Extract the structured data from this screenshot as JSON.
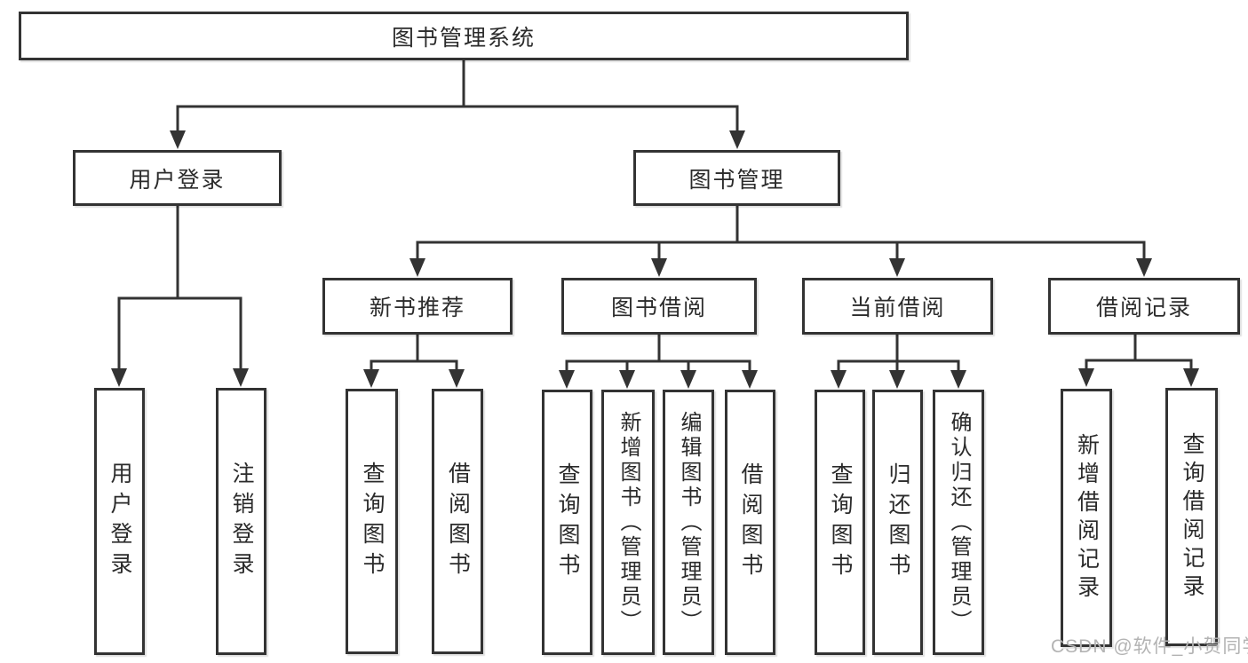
{
  "diagram": {
    "title": "图书管理系统",
    "level2": {
      "user_login": "用户登录",
      "book_mgmt": "图书管理"
    },
    "level3": {
      "new_books": "新书推荐",
      "book_borrow": "图书借阅",
      "current_borrow": "当前借阅",
      "borrow_records": "借阅记录"
    },
    "leaves": {
      "a1": "用户登录",
      "a2": "注销登录",
      "b1": "查询图书",
      "b2": "借阅图书",
      "c1": "查询图书",
      "c2": "新增图书（管理员）",
      "c3": "编辑图书（管理员）",
      "c4": "借阅图书",
      "d1": "查询图书",
      "d2": "归还图书",
      "d3": "确认归还（管理员）",
      "e1": "新增借阅记录",
      "e2": "查询借阅记录"
    }
  },
  "watermark": "CSDN @软件_小贺同学",
  "colors": {
    "line": "#333333",
    "text": "#2b2b2b",
    "watermark_text": "#b3b3b3",
    "background": "#ffffff"
  }
}
